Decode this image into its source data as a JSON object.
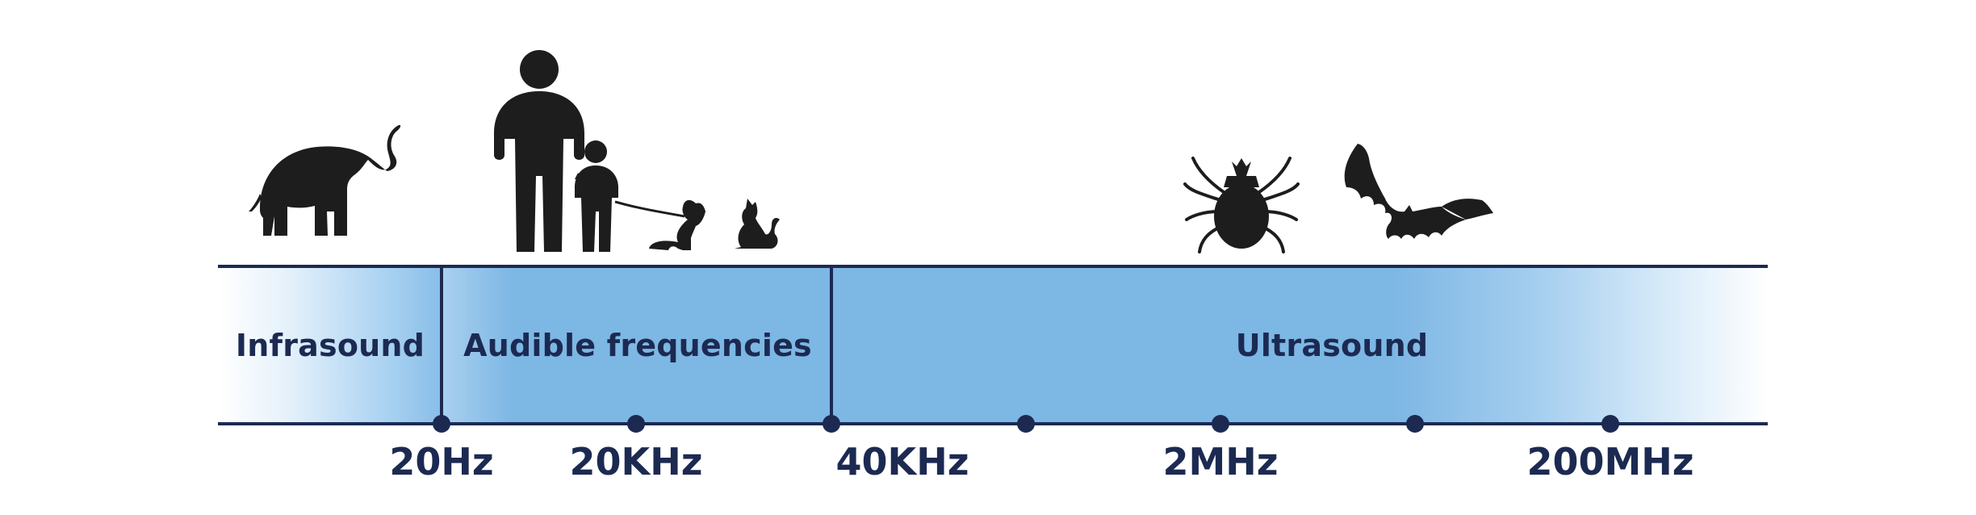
{
  "regions": {
    "infrasound": "Infrasound",
    "audible": "Audible frequencies",
    "ultrasound": "Ultrasound"
  },
  "ticks": [
    "20Hz",
    "20KHz",
    "40KHz",
    "",
    "2MHz",
    "",
    "200MHz"
  ],
  "colors": {
    "band": "#7db7e4",
    "line": "#1c2a52",
    "silhouette": "#1d1d1d",
    "text": "#1c2a52"
  },
  "icons": [
    "elephant-icon",
    "adult-icon",
    "child-icon",
    "dog-icon",
    "cat-icon",
    "tick-icon",
    "bat-icon"
  ]
}
